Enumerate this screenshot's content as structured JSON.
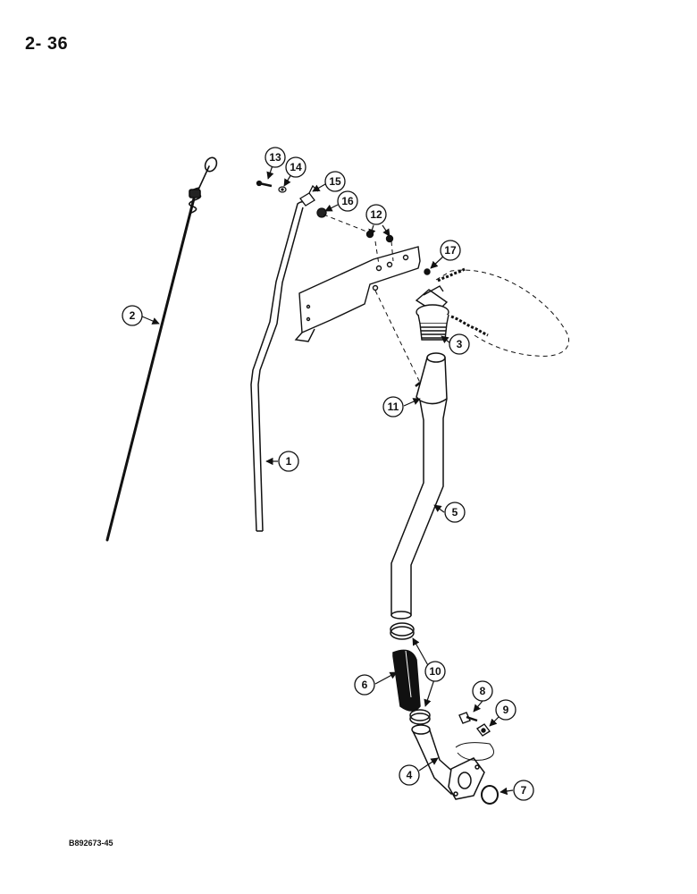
{
  "page": {
    "number": "2- 36",
    "drawing_code": "B892673-45"
  },
  "callouts": [
    "1",
    "2",
    "3",
    "4",
    "5",
    "6",
    "7",
    "8",
    "9",
    "10",
    "11",
    "12",
    "13",
    "14",
    "15",
    "16",
    "17"
  ]
}
